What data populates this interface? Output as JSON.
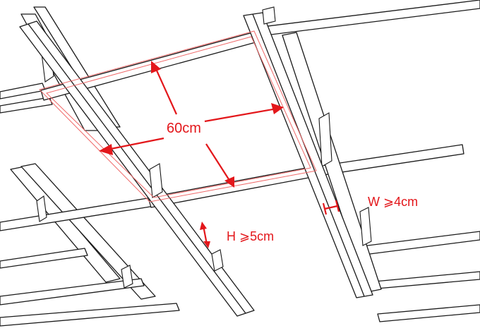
{
  "annotations": {
    "span_label": "60cm",
    "height_label": "H ⩾5cm",
    "width_label": "W ⩾4cm"
  },
  "colors": {
    "dimension": "#e3171b",
    "opening_outline": "#ef6a6a",
    "beam_stroke": "#1a1a1a"
  }
}
